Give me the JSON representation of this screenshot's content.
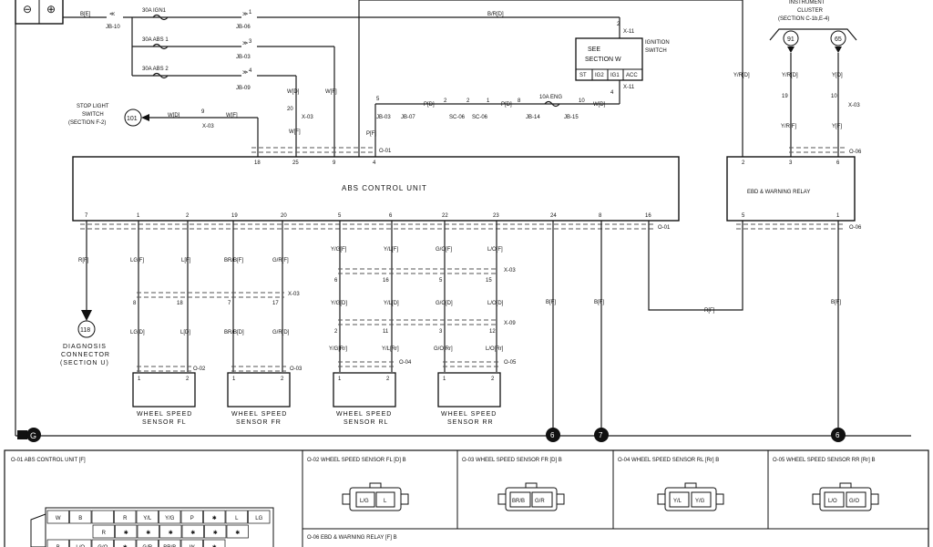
{
  "battery": {
    "minus": "⊖",
    "plus": "⊕"
  },
  "top_wire": {
    "left_label": "B[E]",
    "jb10": "JB-10",
    "right_label": "B/R[D]"
  },
  "fuses": [
    {
      "label": "30A IGN1",
      "pin": "1",
      "conn": "JB-06"
    },
    {
      "label": "30A ABS 1",
      "pin": "3",
      "conn": "JB-03"
    },
    {
      "label": "30A ABS 2",
      "pin": "4",
      "conn": "JB-09"
    }
  ],
  "ignition": {
    "see": "SEE",
    "section": "SECTION W",
    "name_line1": "IGNITION",
    "name_line2": "SWITCH",
    "cells": [
      "ST",
      "IG2",
      "IG1",
      "ACC"
    ],
    "pin_top": "2",
    "conn_top": "X-11",
    "pin_bottom": "4",
    "conn_bottom": "X-11"
  },
  "eng_line": {
    "pin1": "5",
    "jb03": "JB-03",
    "jb07": "JB-07",
    "p1": "P[D]",
    "pin2": "2",
    "sc06a": "SC-06",
    "pin3": "2",
    "sc06b": "SC-06",
    "pin4": "1",
    "p2": "P[D]",
    "pin5": "8",
    "jb14": "JB-14",
    "fuse": "10A ENG",
    "jb15": "JB-15",
    "pin6": "10",
    "w": "W[D]"
  },
  "stop_light": {
    "line1": "STOP LIGHT",
    "line2": "SWITCH",
    "line3": "(SECTION F-2)",
    "num": "101",
    "wd": "W[D]",
    "pin": "9",
    "conn": "X-03",
    "wf": "W[F]"
  },
  "upper_labels": {
    "wd": "W[D]",
    "wf": "W[F]",
    "x03": "X-03",
    "pin20": "20",
    "wf2": "W[F]",
    "pf": "P[F]",
    "o01": "O-01"
  },
  "abs": {
    "title": "ABS  CONTROL UNIT",
    "top_pins": [
      "18",
      "25",
      "9",
      "4"
    ],
    "bottom_pins": [
      "7",
      "1",
      "2",
      "19",
      "20",
      "5",
      "6",
      "22",
      "23",
      "24",
      "8",
      "16"
    ],
    "o01": "O-01"
  },
  "bottom_wires": {
    "r_f": "R[F]",
    "lg_f": "LG[F]",
    "l_f": "L[F]",
    "brb_f": "BR/B[F]",
    "gr_f": "G/R[F]",
    "lg_d": "LG[D]",
    "l_d": "L[D]",
    "brb_d": "BR/B[D]",
    "gr_d": "G/R[D]",
    "x03_pins": [
      "8",
      "18",
      "7",
      "17"
    ],
    "x03": "X-03",
    "yg_f": "Y/G[F]",
    "yl_f": "Y/L[F]",
    "go_f": "G/O[F]",
    "lo_f": "L/O[F]",
    "x03b_pins": [
      "6",
      "16",
      "5",
      "15"
    ],
    "yg_d": "Y/G[D]",
    "yl_d": "Y/L[D]",
    "go_d": "G/O[D]",
    "lo_d": "L/O[D]",
    "x09_pins": [
      "2",
      "11",
      "3",
      "12"
    ],
    "x09": "X-09",
    "yg_rr": "Y/G[Rr]",
    "yl_rr": "Y/L[Rr]",
    "go_rr": "G/O[Rr]",
    "lo_rr": "L/O[Rr]",
    "b_f1": "B[F]",
    "b_f2": "B[F]",
    "b_f3": "B[F]",
    "r_f2": "R[F]"
  },
  "diag": {
    "num": "118",
    "line1": "DIAGNOSIS",
    "line2": "CONNECTOR",
    "line3": "(SECTION U)"
  },
  "sensors": [
    {
      "line1": "WHEEL SPEED",
      "line2": "SENSOR FL",
      "o": "O-02",
      "p1": "1",
      "p2": "2"
    },
    {
      "line1": "WHEEL SPEED",
      "line2": "SENSOR FR",
      "o": "O-03",
      "p1": "1",
      "p2": "2"
    },
    {
      "line1": "WHEEL SPEED",
      "line2": "SENSOR RL",
      "o": "O-04",
      "p1": "1",
      "p2": "2"
    },
    {
      "line1": "WHEEL SPEED",
      "line2": "SENSOR RR",
      "o": "O-05",
      "p1": "1",
      "p2": "2"
    }
  ],
  "cluster": {
    "line1": "INSTRUMENT",
    "line2": "CLUSTER",
    "line3": "(SECTION C-1b,E-4)",
    "n91": "91",
    "n65": "65",
    "yr_d1": "Y/R[D]",
    "yr_d2": "Y/R[D]",
    "y_d": "Y[D]",
    "pin19": "19",
    "pin10": "10",
    "x03": "X-03",
    "yr_f": "Y/R[F]",
    "y_f": "Y[F]",
    "o06": "O-06"
  },
  "relay": {
    "title": "EBD & WARNING RELAY",
    "top_pins": [
      "2",
      "3",
      "6"
    ],
    "bottom_pins": [
      "5",
      "1"
    ],
    "o06": "O-06"
  },
  "grounds": {
    "g": "G",
    "g6a": "6",
    "g7": "7",
    "g6b": "6"
  },
  "panels": [
    {
      "title": "O-01 ABS CONTROL UNIT [F]"
    },
    {
      "title": "O-02 WHEEL SPEED SENSOR FL [D] B",
      "pins": [
        "L/G",
        "L"
      ]
    },
    {
      "title": "O-03 WHEEL SPEED SENSOR FR [D] B",
      "pins": [
        "BR/B",
        "G/R"
      ]
    },
    {
      "title": "O-04 WHEEL SPEED SENSOR RL [Rr] B",
      "pins": [
        "Y/L",
        "Y/G"
      ]
    },
    {
      "title": "O-05 WHEEL SPEED SENSOR RR [Rr] B",
      "pins": [
        "L/O",
        "G/O"
      ]
    },
    {
      "title": "O-06 EBD & WARNING RELAY [F] B"
    }
  ],
  "o01_grid": {
    "row1": [
      "W",
      "B",
      "",
      "R",
      "Y/L",
      "Y/G",
      "P",
      "✱",
      "L",
      "LG"
    ],
    "row2": [
      "R",
      "✱",
      "✱",
      "✱",
      "✱",
      "✱",
      "✱"
    ],
    "row3": [
      "B",
      "L/O",
      "G/O",
      "✱",
      "G/R",
      "BR/B",
      "W",
      "✱"
    ]
  }
}
